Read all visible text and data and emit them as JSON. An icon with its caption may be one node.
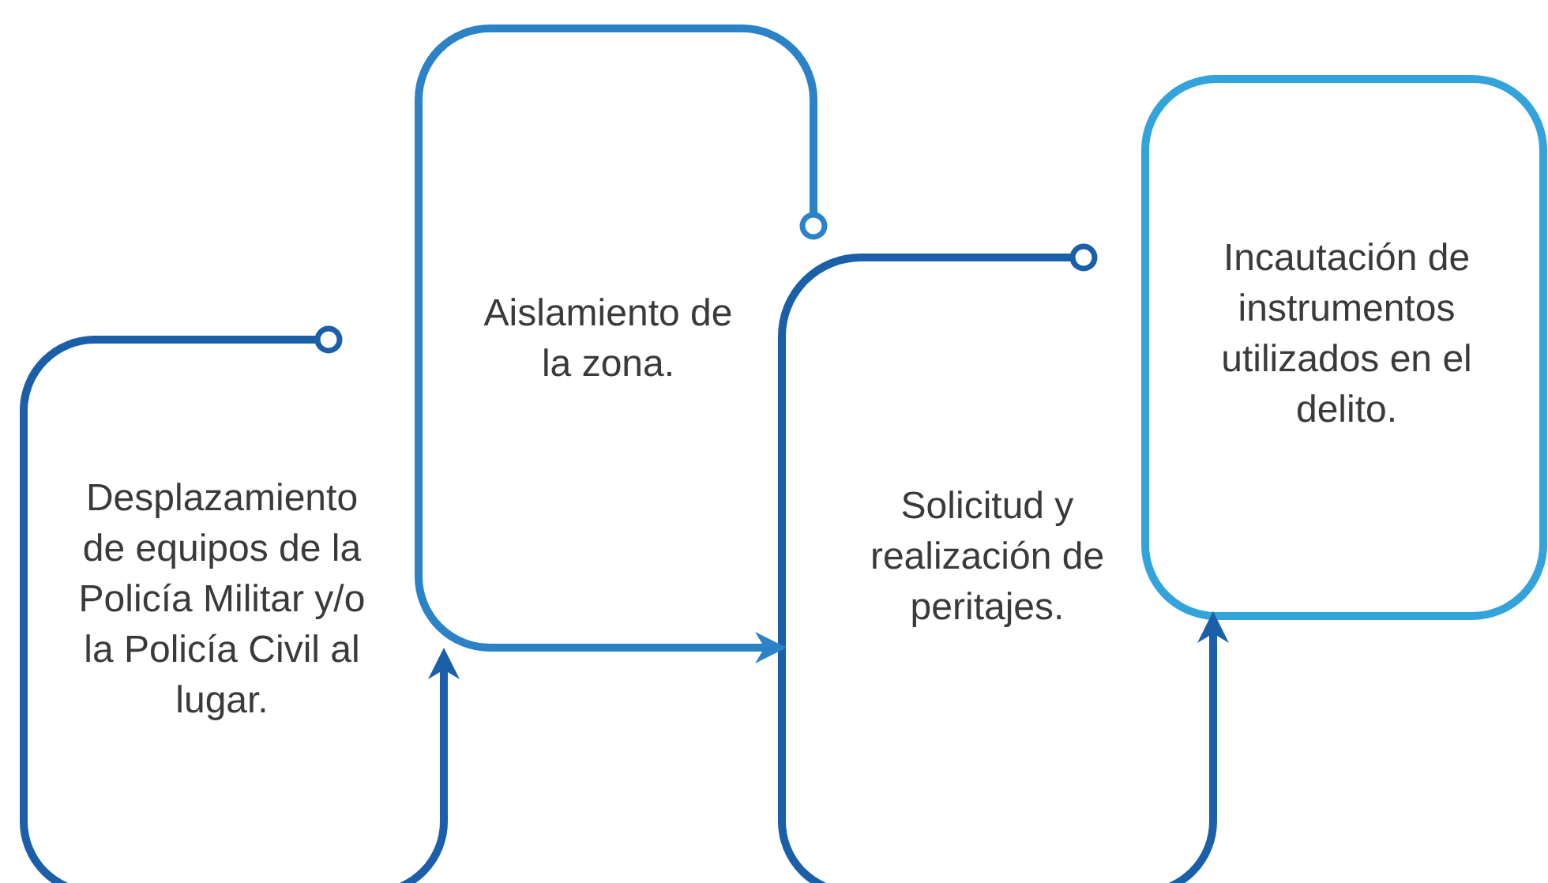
{
  "diagram": {
    "nodes": [
      {
        "text": [
          "Desplazamiento de equipos de la Policía Militar y/o la Policía Civil al lugar."
        ]
      },
      {
        "text": [
          "Aislamiento de la zona."
        ]
      },
      {
        "text": [
          "Solicitud y realización de peritajes."
        ]
      },
      {
        "text": [
          "Incautación de instrumentos utilizados en el delito."
        ]
      }
    ],
    "edges": [
      {
        "from": 0,
        "to": 1,
        "arrow": "to"
      },
      {
        "from": 1,
        "to": 2,
        "arrow": "to",
        "color": "#2b82c6"
      },
      {
        "from": 2,
        "to": 3,
        "arrow": "to"
      }
    ]
  }
}
